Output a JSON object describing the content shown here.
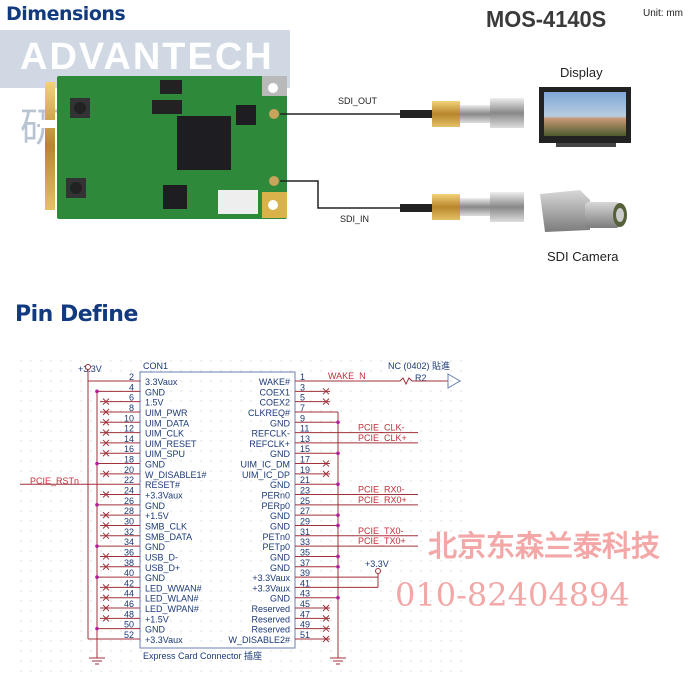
{
  "header": {
    "title": "Dimensions",
    "model": "MOS-4140S",
    "unit": "Unit: mm"
  },
  "watermark": {
    "logo": "ADVANTECH",
    "char": "研"
  },
  "diagram": {
    "sdi_out_label": "SDI_OUT",
    "sdi_in_label": "SDI_IN",
    "display_label": "Display",
    "camera_label": "SDI Camera"
  },
  "pin_section": {
    "title": "Pin Define"
  },
  "schematic": {
    "ref": "CON1",
    "power_label": "+3.3V",
    "power_label2": "+3.3V",
    "footer": "Express Card Connector 插座",
    "resistor_note": "NC (0402) 貼進",
    "resistor_ref": "R2",
    "rst_net": "PCIE_RSTn",
    "left_pins": [
      {
        "pin": "2",
        "name": "3.3Vaux",
        "conn": "pwr"
      },
      {
        "pin": "4",
        "name": "GND",
        "conn": "gnd"
      },
      {
        "pin": "6",
        "name": "1.5V",
        "conn": "nc"
      },
      {
        "pin": "8",
        "name": "UIM_PWR",
        "conn": "nc"
      },
      {
        "pin": "10",
        "name": "UIM_DATA",
        "conn": "nc"
      },
      {
        "pin": "12",
        "name": "UIM_CLK",
        "conn": "nc"
      },
      {
        "pin": "14",
        "name": "UIM_RESET",
        "conn": "nc"
      },
      {
        "pin": "16",
        "name": "UIM_SPU",
        "conn": "nc"
      },
      {
        "pin": "18",
        "name": "GND",
        "conn": "gnd"
      },
      {
        "pin": "20",
        "name": "W_DISABLE1#",
        "conn": "nc"
      },
      {
        "pin": "22",
        "name": "RESET#",
        "conn": "rst"
      },
      {
        "pin": "24",
        "name": "+3.3Vaux",
        "conn": "nc"
      },
      {
        "pin": "26",
        "name": "GND",
        "conn": "gnd"
      },
      {
        "pin": "28",
        "name": "+1.5V",
        "conn": "nc"
      },
      {
        "pin": "30",
        "name": "SMB_CLK",
        "conn": "nc"
      },
      {
        "pin": "32",
        "name": "SMB_DATA",
        "conn": "nc"
      },
      {
        "pin": "34",
        "name": "GND",
        "conn": "gnd"
      },
      {
        "pin": "36",
        "name": "USB_D-",
        "conn": "nc"
      },
      {
        "pin": "38",
        "name": "USB_D+",
        "conn": "nc"
      },
      {
        "pin": "40",
        "name": "GND",
        "conn": "gnd"
      },
      {
        "pin": "42",
        "name": "LED_WWAN#",
        "conn": "nc"
      },
      {
        "pin": "44",
        "name": "LED_WLAN#",
        "conn": "nc"
      },
      {
        "pin": "46",
        "name": "LED_WPAN#",
        "conn": "nc"
      },
      {
        "pin": "48",
        "name": "+1.5V",
        "conn": "nc"
      },
      {
        "pin": "50",
        "name": "GND",
        "conn": "gnd"
      },
      {
        "pin": "52",
        "name": "+3.3Vaux",
        "conn": "pwr"
      }
    ],
    "right_pins": [
      {
        "pin": "1",
        "name": "WAKE#",
        "conn": "wake",
        "net": "WAKE_N"
      },
      {
        "pin": "3",
        "name": "COEX1",
        "conn": "nc"
      },
      {
        "pin": "5",
        "name": "COEX2",
        "conn": "nc"
      },
      {
        "pin": "7",
        "name": "CLKREQ#",
        "conn": "gndtop"
      },
      {
        "pin": "9",
        "name": "GND",
        "conn": "gnd"
      },
      {
        "pin": "11",
        "name": "REFCLK-",
        "conn": "sig",
        "net": "PCIE_CLK-"
      },
      {
        "pin": "13",
        "name": "REFCLK+",
        "conn": "sig",
        "net": "PCIE_CLK+"
      },
      {
        "pin": "15",
        "name": "GND",
        "conn": "gnd"
      },
      {
        "pin": "17",
        "name": "UIM_IC_DM",
        "conn": "nc"
      },
      {
        "pin": "19",
        "name": "UIM_IC_DP",
        "conn": "nc"
      },
      {
        "pin": "21",
        "name": "GND",
        "conn": "gnd"
      },
      {
        "pin": "23",
        "name": "PERn0",
        "conn": "sig",
        "net": "PCIE_RX0-"
      },
      {
        "pin": "25",
        "name": "PERp0",
        "conn": "sig",
        "net": "PCIE_RX0+"
      },
      {
        "pin": "27",
        "name": "GND",
        "conn": "gnd"
      },
      {
        "pin": "29",
        "name": "GND",
        "conn": "gnd"
      },
      {
        "pin": "31",
        "name": "PETn0",
        "conn": "sig",
        "net": "PCIE_TX0-"
      },
      {
        "pin": "33",
        "name": "PETp0",
        "conn": "sig",
        "net": "PCIE_TX0+"
      },
      {
        "pin": "35",
        "name": "GND",
        "conn": "gnd"
      },
      {
        "pin": "37",
        "name": "GND",
        "conn": "gnd"
      },
      {
        "pin": "39",
        "name": "+3.3Vaux",
        "conn": "pwr"
      },
      {
        "pin": "41",
        "name": "+3.3Vaux",
        "conn": "pwr"
      },
      {
        "pin": "43",
        "name": "GND",
        "conn": "gnd"
      },
      {
        "pin": "45",
        "name": "Reserved",
        "conn": "nc"
      },
      {
        "pin": "47",
        "name": "Reserved",
        "conn": "nc"
      },
      {
        "pin": "49",
        "name": "Reserved",
        "conn": "nc"
      },
      {
        "pin": "51",
        "name": "W_DISABLE2#",
        "conn": "nc"
      }
    ]
  },
  "overlay": {
    "company": "北京东森兰泰科技",
    "phone": "010-82404894"
  },
  "colors": {
    "heading": "#123a7e",
    "wire": "#a0303a",
    "text": "#1c3a78",
    "net": "#c0303a",
    "pcb": "#2e8a3a"
  }
}
